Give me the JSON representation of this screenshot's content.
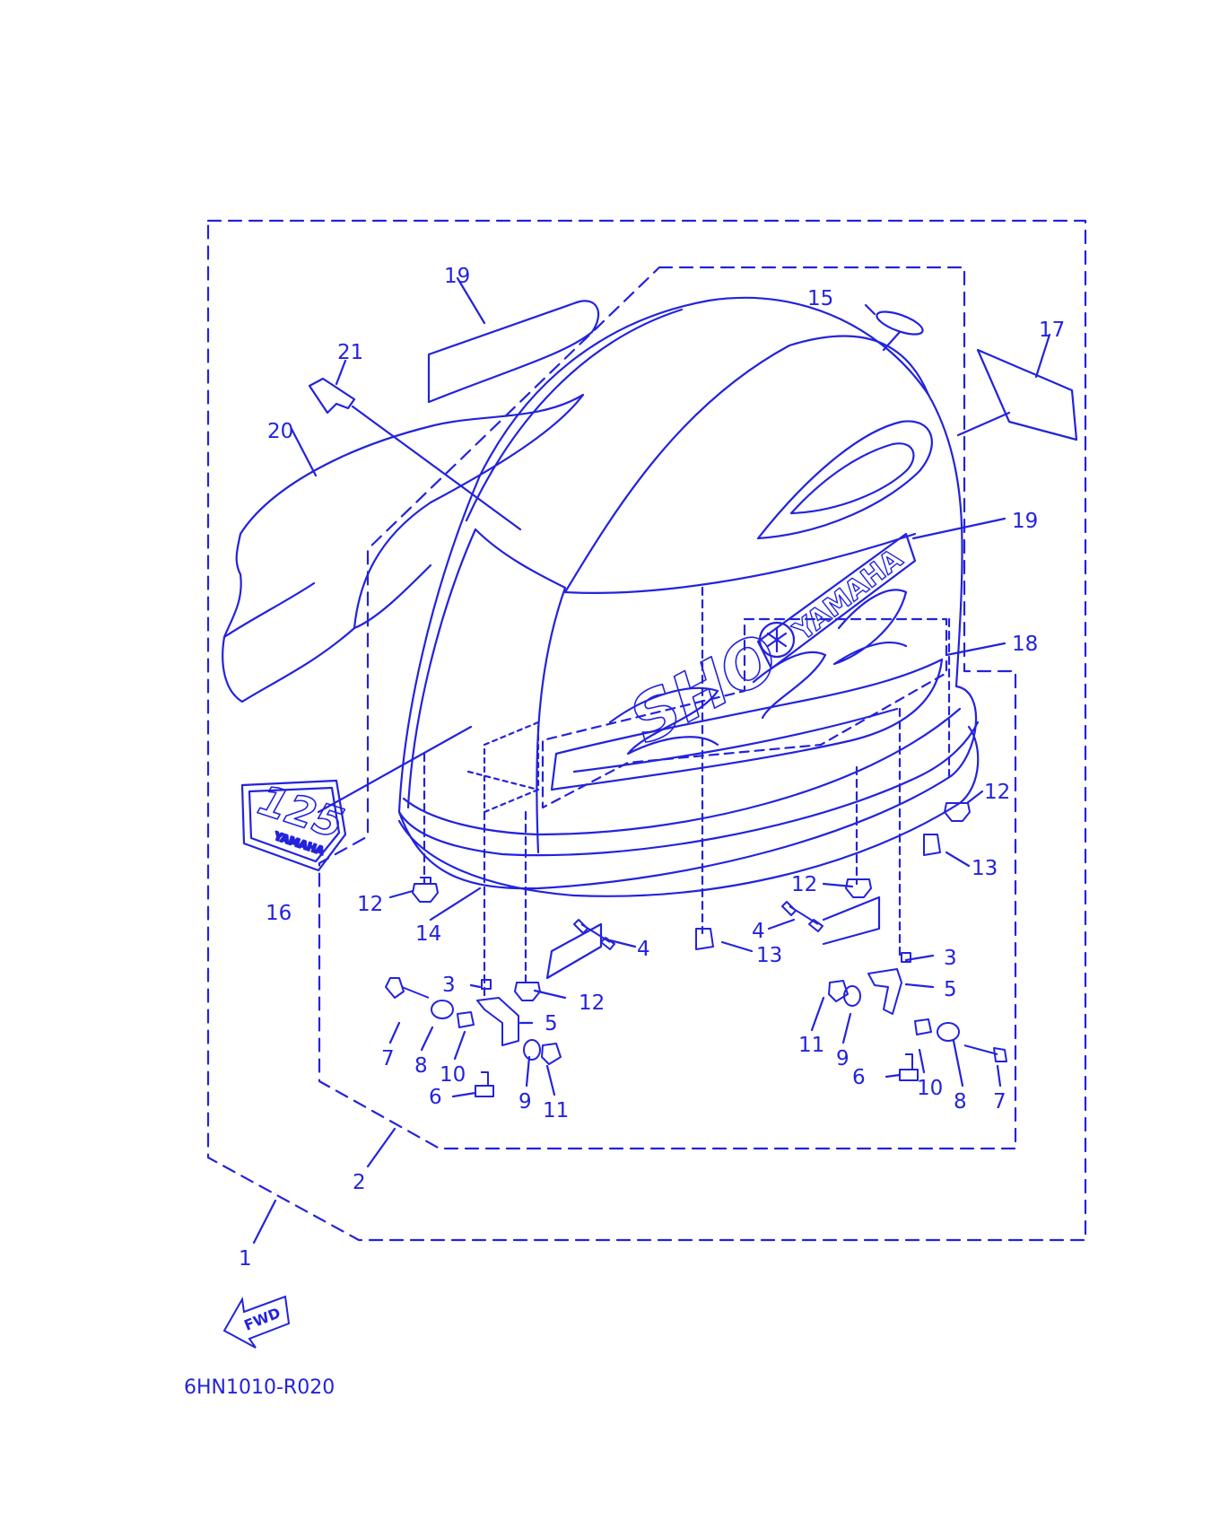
{
  "diagram": {
    "ink_color": "#2323dd",
    "drawing_code": "6HN1010-R020",
    "fwd_label": "FWD",
    "decals": {
      "brand": "YAMAHA",
      "brand_small": "YAMAHA",
      "model_number": "125",
      "script_text": "SHO"
    },
    "callouts": [
      {
        "id": "c1",
        "text": "1"
      },
      {
        "id": "c2",
        "text": "2"
      },
      {
        "id": "c3a",
        "text": "3"
      },
      {
        "id": "c3b",
        "text": "3"
      },
      {
        "id": "c4a",
        "text": "4"
      },
      {
        "id": "c4b",
        "text": "4"
      },
      {
        "id": "c5a",
        "text": "5"
      },
      {
        "id": "c5b",
        "text": "5"
      },
      {
        "id": "c6a",
        "text": "6"
      },
      {
        "id": "c6b",
        "text": "6"
      },
      {
        "id": "c7a",
        "text": "7"
      },
      {
        "id": "c7b",
        "text": "7"
      },
      {
        "id": "c8a",
        "text": "8"
      },
      {
        "id": "c8b",
        "text": "8"
      },
      {
        "id": "c9a",
        "text": "9"
      },
      {
        "id": "c9b",
        "text": "9"
      },
      {
        "id": "c10a",
        "text": "10"
      },
      {
        "id": "c10b",
        "text": "10"
      },
      {
        "id": "c11a",
        "text": "11"
      },
      {
        "id": "c11b",
        "text": "11"
      },
      {
        "id": "c12a",
        "text": "12"
      },
      {
        "id": "c12b",
        "text": "12"
      },
      {
        "id": "c12c",
        "text": "12"
      },
      {
        "id": "c12d",
        "text": "12"
      },
      {
        "id": "c13a",
        "text": "13"
      },
      {
        "id": "c13b",
        "text": "13"
      },
      {
        "id": "c14",
        "text": "14"
      },
      {
        "id": "c15",
        "text": "15"
      },
      {
        "id": "c16",
        "text": "16"
      },
      {
        "id": "c17",
        "text": "17"
      },
      {
        "id": "c18",
        "text": "18"
      },
      {
        "id": "c19a",
        "text": "19"
      },
      {
        "id": "c19b",
        "text": "19"
      },
      {
        "id": "c20",
        "text": "20"
      },
      {
        "id": "c21",
        "text": "21"
      }
    ]
  }
}
